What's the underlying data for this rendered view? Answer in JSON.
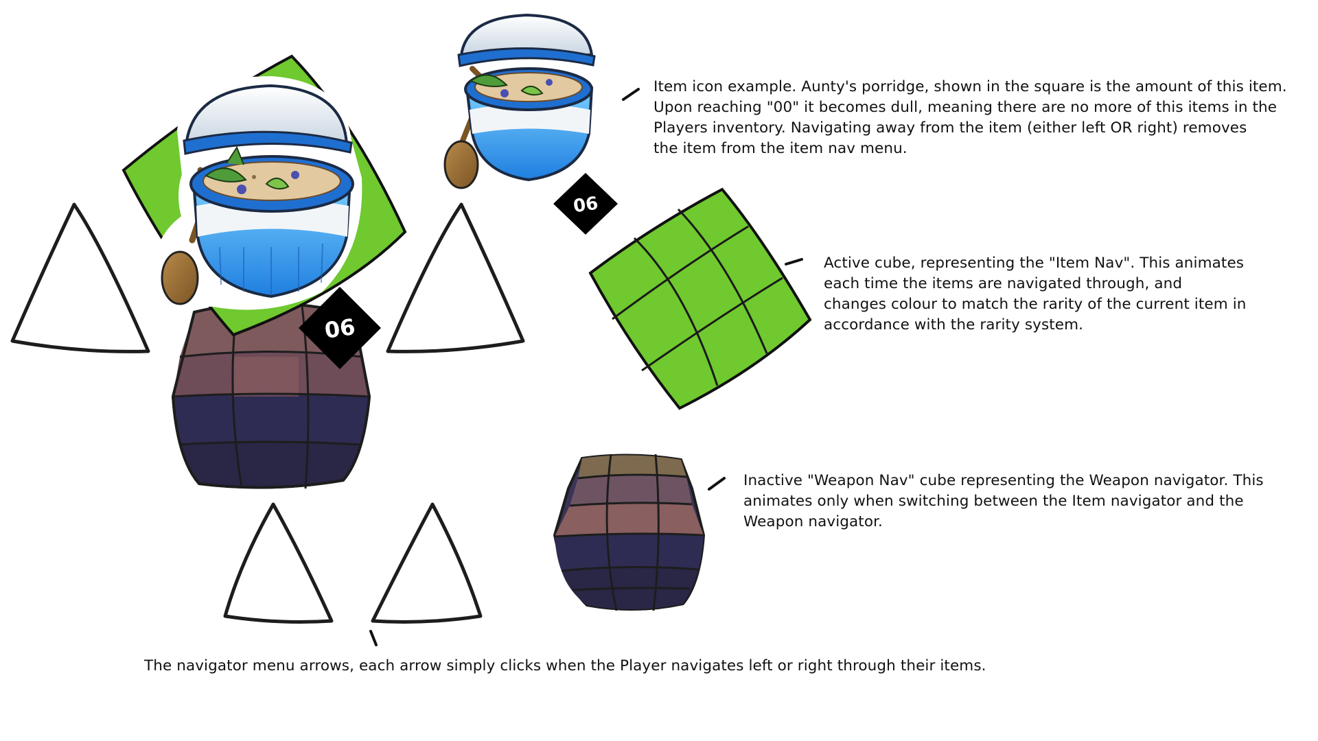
{
  "item_icon": {
    "name": "Aunty's porridge",
    "count": "06"
  },
  "item_icon_example": {
    "count": "06"
  },
  "colors": {
    "active_cube": "#6fc92f",
    "inactive_cube_top": "#7e5a5d",
    "inactive_cube_bottom": "#2c2a4e",
    "count_badge": "#000000",
    "bowl_blue": "#1f6fd1"
  },
  "annotations": {
    "item_icon": [
      "Item icon example. Aunty's porridge, shown in the square is the amount of this item.",
      "Upon reaching \"00\" it becomes dull, meaning there are no more of this items in the",
      "Players inventory. Navigating away from the item (either left OR right) removes",
      "the item from the item nav menu."
    ],
    "active_cube": [
      "Active cube, representing the \"Item Nav\". This animates",
      "each time the items are navigated through, and",
      "changes colour to match the rarity of the current item in",
      "accordance with the rarity system."
    ],
    "inactive_cube": [
      "Inactive \"Weapon Nav\" cube representing the Weapon navigator. This",
      "animates only when switching between the Item navigator and the",
      "Weapon navigator."
    ],
    "arrows": [
      "The navigator menu arrows, each arrow simply clicks when the Player navigates left or right through their items."
    ]
  }
}
